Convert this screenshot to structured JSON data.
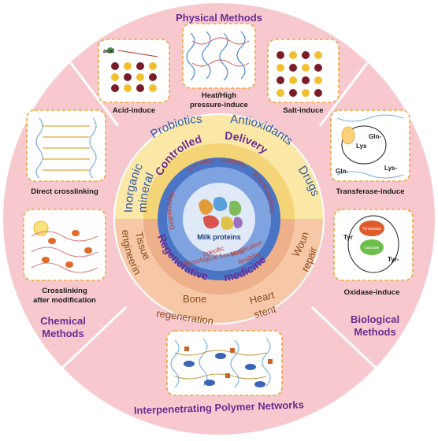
{
  "colors": {
    "outer_ring": "#f7c9cf",
    "yellow_band": "#fbe7a6",
    "peach_band": "#f6c8a7",
    "blue_ring": "#4a74c4",
    "core_fill": "#dfe9f7",
    "dash_border": "#f0a531",
    "purple_text": "#6a2c91"
  },
  "sectors": {
    "top": "Physical Methods",
    "left_line1": "Chemical",
    "left_line2": "Methods",
    "right_line1": "Biological",
    "right_line2": "Methods",
    "bottom": "Interpenetrating Polymer Networks"
  },
  "boxes": {
    "acid_tag": "acid",
    "acid_induce": "Acid-induce",
    "heat_line1": "Heat/High",
    "heat_line2": "pressure-induce",
    "salt_induce": "Salt-induce",
    "direct": "Direct crosslinking",
    "modif_line1": "Crosslinking",
    "modif_line2": "after modification",
    "transferase": "Transferase-induce",
    "oxidase": "Oxidase-induce",
    "gln1": "Gln-",
    "lys1": "Lys",
    "gln2": "Gln-",
    "lys2": "Lys-",
    "tyr1": "Tyr",
    "tyr2": "Tyr-",
    "tyrosinase": "Tyrosinase",
    "laccase": "Laccase"
  },
  "upper_ring": {
    "probiotics": "Probiotics",
    "antioxidants": "Antioxidants",
    "inorganic": "Inorganic",
    "mineral": "mineral",
    "drugs": "Drugs",
    "controlled": "Controlled",
    "delivery": "Delivery"
  },
  "lower_ring": {
    "tissue": "Tissue",
    "engineering": "engineering",
    "bone": "Bone",
    "regeneration": "regeneration",
    "heart": "Heart",
    "stent": "stent",
    "wound": "Wound",
    "repair": "repair",
    "regenerative": "Regenerative",
    "medicine": "medicine"
  },
  "core": {
    "title": "Milk proteins",
    "degradability": "Degradability",
    "low_price": "Low price",
    "solubility": "Solubility",
    "biocompatibility": "Biocompatibility",
    "specific": "Specific",
    "physiological": "physiological functions",
    "modification": "Modification",
    "flexibility": "flexibility"
  }
}
